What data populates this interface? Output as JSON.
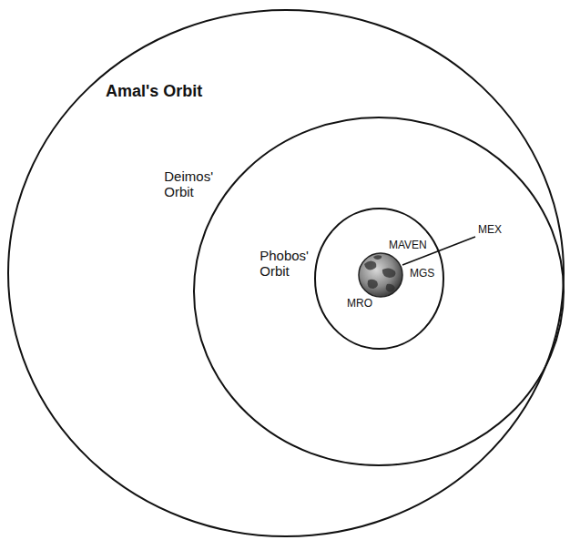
{
  "diagram": {
    "nodes": [
      {
        "text": [
          "Amal's Orbit"
        ]
      },
      {
        "text": [
          "Deimos' Orbit"
        ],
        "in": 0
      },
      {
        "text": [
          "Phobos' Orbit"
        ],
        "in": 1
      }
    ],
    "labels": [
      "MAVEN",
      "MEX",
      "MGS",
      "MRO"
    ]
  }
}
